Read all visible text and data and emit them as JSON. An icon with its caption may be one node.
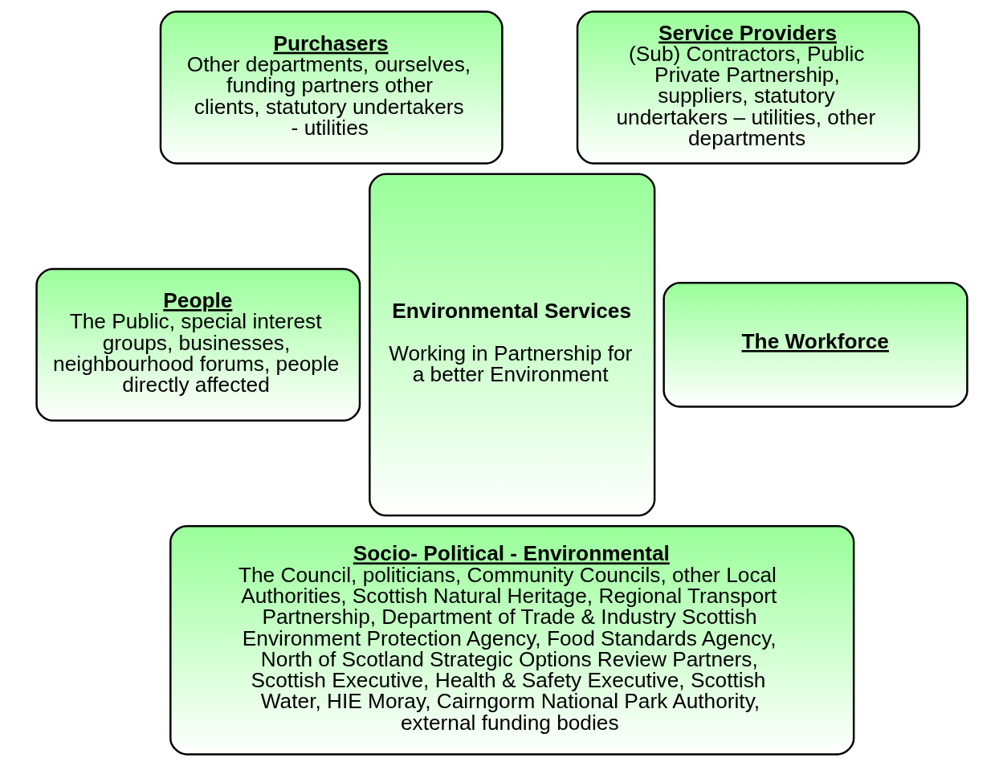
{
  "diagram": {
    "nodes": [
      {
        "text": [
          "Purchasers",
          "Other departments, ourselves, funding partners other clients, statutory undertakers - utilities"
        ]
      },
      {
        "text": [
          "Service Providers",
          "(Sub) Contractors, Public Private Partnership, suppliers, statutory undertakers – utilities, other departments"
        ]
      },
      {
        "text": [
          "Environmental Services",
          "Working in Partnership for a better Environment"
        ]
      },
      {
        "text": [
          "People",
          "The Public, special interest groups, businesses, neighbourhood forums, people directly affected"
        ]
      },
      {
        "text": [
          "The Workforce"
        ]
      },
      {
        "text": [
          "Socio- Political - Environmental",
          "The Council, politicians, Community Councils, other Local Authorities, Scottish Natural Heritage, Regional Transport Partnership, Department of Trade & Industry Scottish Environment Protection Agency, Food Standards Agency, North of Scotland Strategic Options Review Partners, Scottish Executive, Health & Safety Executive, Scottish Water, HIE Moray, Cairngorm National Park Authority, external funding bodies"
        ]
      }
    ],
    "edges": []
  }
}
